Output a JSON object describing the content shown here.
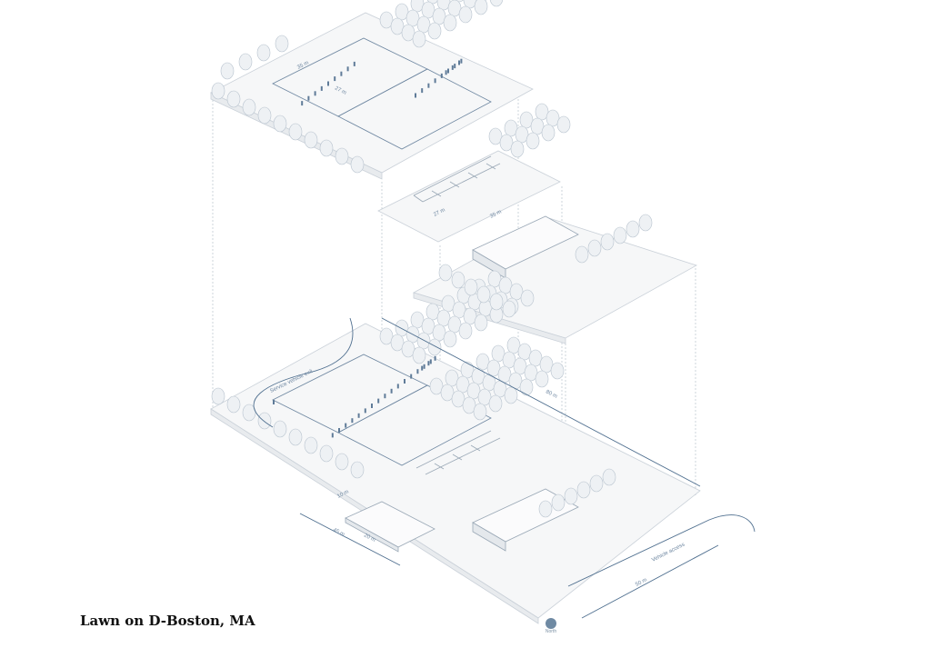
{
  "caption": "Lawn on D-Boston, MA",
  "north_label": "North",
  "labels": {
    "service_exit": "Service vehicle exit",
    "vehicle_access": "Vehicle access",
    "dim_top_width": "35 m",
    "dim_top_inner": "27 m",
    "dim_mid_a": "27 m",
    "dim_mid_b": "35 m",
    "dim_total": "80 m",
    "dim_access": "50 m",
    "dim_pavilion_a": "45 m",
    "dim_pavilion_b": "20 m",
    "dim_pavilion_c": "10 m"
  },
  "colors": {
    "line": "#4f6f8f",
    "plate": "#f3f4f6",
    "tree": "#e6ebf0",
    "accent": "#6f8aa3"
  }
}
